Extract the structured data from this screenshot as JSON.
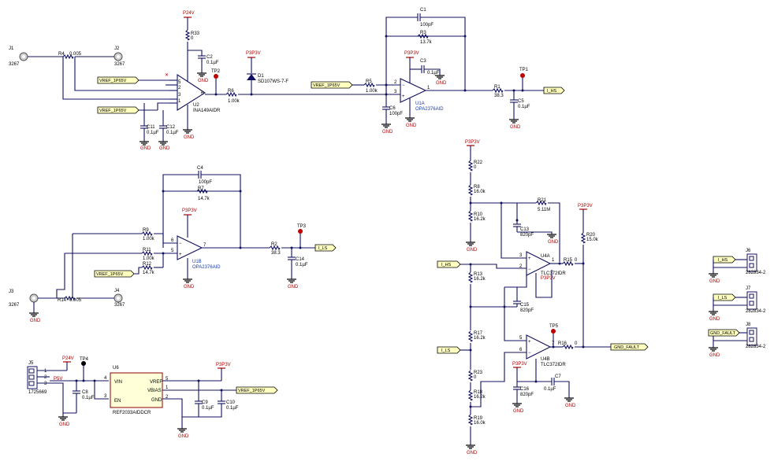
{
  "labels": {
    "f1_j1": "J1",
    "f1_j1v": "3267",
    "f1_j2": "J2",
    "f1_j2v": "3267",
    "r4": "R4",
    "r4v": "0.005",
    "p24v": "P24V",
    "r33": "R33",
    "r33v": "0",
    "c2": "C2",
    "c2v": "0.1µF",
    "u2": "U2",
    "u2v": "INA149AIDR",
    "tp2": "TP2",
    "c11": "C11",
    "c11v": "0.1µF",
    "c12": "C12",
    "c12v": "0.1µF",
    "vref_a": "VREF_1P65V",
    "vref_b": "VREF_1P65V",
    "r6": "R6",
    "r6v": "1.00k",
    "p3p3v_d1": "P3P3V",
    "d1": "D1",
    "d1v": "SD107WS-7-F",
    "c1": "C1",
    "c1v": "100pF",
    "r3": "R3",
    "r3v": "13.7k",
    "p3p3v_u1a": "P3P3V",
    "c3": "C3",
    "c3v": "0.1µF",
    "vref_c": "VREF_1P65V",
    "r5": "R5",
    "r5v": "1.00k",
    "c6": "C6",
    "c6v": "100pF",
    "u1a": "U1A",
    "u1av": "OPA2376AID",
    "tp1": "TP1",
    "r1": "R1",
    "r1v": "38.3",
    "c5": "C5",
    "c5v": "0.1µF",
    "i_hs": "I_HS",
    "c4": "C4",
    "c4v": "100pF",
    "r7": "R7",
    "r7v": "14.7k",
    "p3p3v_u1b": "P3P3V",
    "r9": "R9",
    "r9v": "1.00k",
    "r11": "R11",
    "r11v": "1.00k",
    "r12": "R12",
    "r12v": "14.7k",
    "vref_d": "VREF_1P65V",
    "u1b": "U1B",
    "u1bv": "OPA2376AID",
    "tp3": "TP3",
    "r2": "R2",
    "r2v": "38.3",
    "c14": "C14",
    "c14v": "0.1µF",
    "i_ls": "I_LS",
    "j3": "J3",
    "j3v": "3267",
    "j4": "J4",
    "j4v": "3267",
    "r14": "R14",
    "r14v": "0.005",
    "j5": "J5",
    "j5v": "1725669",
    "p24v_b": "P24V",
    "tp4": "TP4",
    "p5v": "P5V",
    "c8": "C8",
    "c8v": "0.1µF",
    "u6": "U6",
    "u6v": "REF2033AIDDCR",
    "u6_vin": "VIN",
    "u6_en": "EN",
    "u6_vref": "VREF",
    "u6_vbias": "VBIAS",
    "u6_gnd": "GND",
    "p3p3v_u6": "P3P3V",
    "c9": "C9",
    "c9v": "0.1µF",
    "c10": "C10",
    "c10v": "0.1µF",
    "vref_e": "VREF_1P65V",
    "p3p3v_top": "P3P3V",
    "r22": "R22",
    "r22v": "0",
    "r8": "R8",
    "r8v": "16.0k",
    "r10": "R10",
    "r10v": "16.2k",
    "r21": "R21",
    "r21v": "5.11M",
    "p3p3v_r20": "P3P3V",
    "r20": "R20",
    "r20v": "15.0k",
    "c13": "C13",
    "c13v": "820pF",
    "u4a": "U4A",
    "u4av": "TLC372IDR",
    "p3p3v_u4a": "P3P3V",
    "r15": "R15",
    "r15v": "0",
    "i_hs_in": "I_HS",
    "r13": "R13",
    "r13v": "16.2k",
    "c15": "C15",
    "c15v": "820pF",
    "tp5": "TP5",
    "i_ls_in": "I_LS",
    "r17": "R17",
    "r17v": "16.2k",
    "u4b": "U4B",
    "u4bv": "TLC372IDR",
    "r16": "R16",
    "r16v": "0",
    "gnd_fault": "GND_FAULT",
    "p3p3v_c16": "P3P3V",
    "c16": "C16",
    "c16v": "820pF",
    "c7": "C7",
    "c7v": "0.1µF",
    "r23": "R23",
    "r23v": "0",
    "r18": "R18",
    "r18v": "16.2k",
    "r19": "R19",
    "r19v": "16.0k",
    "j6": "J6",
    "j6v": "282834-2",
    "j7": "J7",
    "j7v": "282834-2",
    "j8": "J8",
    "j8v": "282834-2",
    "conn_ihs": "I_HS",
    "conn_ils": "I_LS",
    "conn_gf": "GND_FAULT",
    "gnd": "GND"
  }
}
